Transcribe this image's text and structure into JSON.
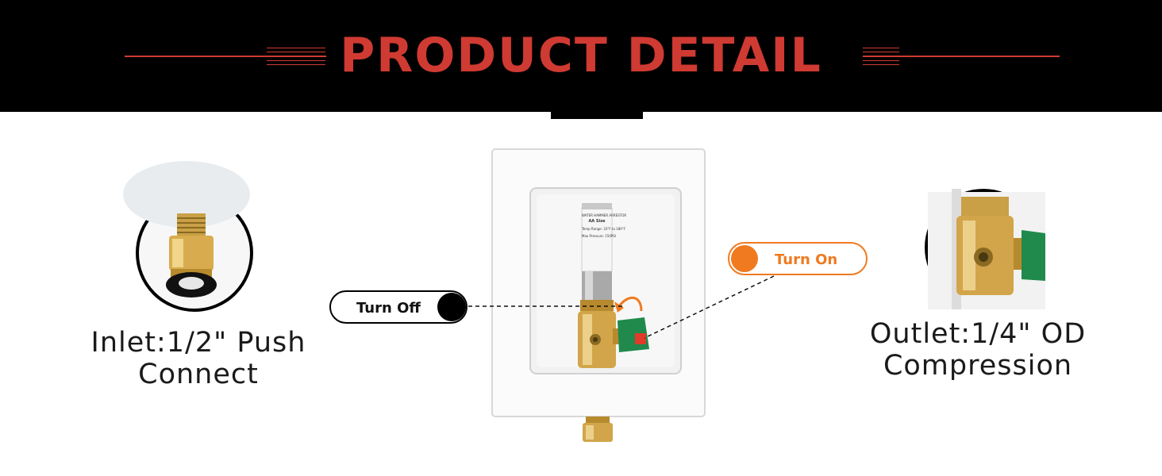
{
  "header": {
    "title": "PRODUCT DETAIL"
  },
  "callouts": {
    "turn_off": "Turn Off",
    "turn_on": "Turn On"
  },
  "features": {
    "inlet": {
      "line1": "Inlet:1/2\" Push",
      "line2": "Connect"
    },
    "outlet": {
      "line1": "Outlet:1/4\" OD",
      "line2": "Compression"
    }
  },
  "product_label": {
    "line1": "WATER HAMMER ARRESTOR",
    "line2": "AA Size",
    "line3": "Temp Range: 33°F to 180°F",
    "line4": "Max Pressure: 150PSI"
  },
  "colors": {
    "accent_red": "#cf3a32",
    "turn_on_orange": "#f07a1f",
    "brass": "#c9a046",
    "valve_green": "#1f8a4c"
  }
}
